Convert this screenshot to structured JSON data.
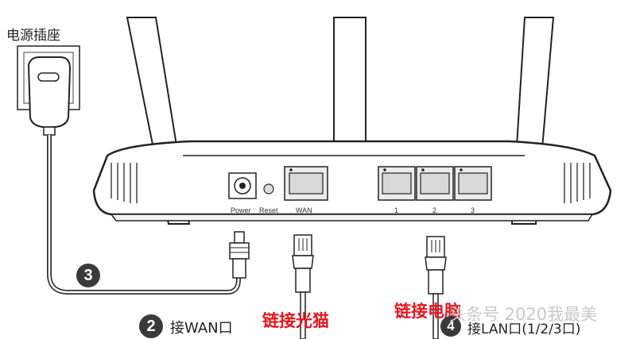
{
  "labels": {
    "power_socket": "电源插座",
    "wan_step_label": "接WAN口",
    "lan_step_label": "接LAN口(1/2/3口)",
    "link_modem": "链接光猫",
    "link_pc": "链接电脑"
  },
  "steps": {
    "power": "3",
    "wan": "2",
    "lan": "4"
  },
  "ports": {
    "power": "Power",
    "reset": "Reset",
    "wan": "WAN",
    "lan1": "1",
    "lan2": "2",
    "lan3": "3"
  },
  "watermark": "头条号 2020我最美",
  "colors": {
    "accent_red": "#e8141e",
    "line": "#222222",
    "badge": "#3a3a3a"
  }
}
